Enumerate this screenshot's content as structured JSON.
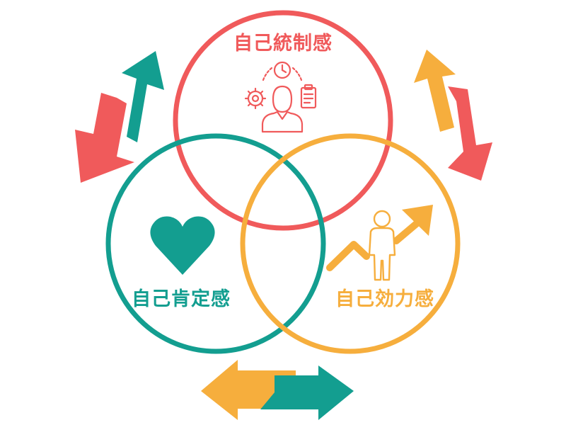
{
  "circles": [
    {
      "id": "self-control",
      "label": "自己統制感",
      "color": "#F05A5B"
    },
    {
      "id": "self-esteem",
      "label": "自己肯定感",
      "color": "#139E90"
    },
    {
      "id": "self-efficacy",
      "label": "自己効力感",
      "color": "#F6AE3D"
    }
  ],
  "colors": {
    "red": "#F05A5B",
    "teal": "#139E90",
    "orange": "#F6AE3D",
    "background": "#FFFFFF"
  },
  "icons": {
    "control": "person-with-gear-clock-clipboard-icon",
    "esteem": "heart-icon",
    "efficacy": "person-with-rising-arrow-icon"
  }
}
